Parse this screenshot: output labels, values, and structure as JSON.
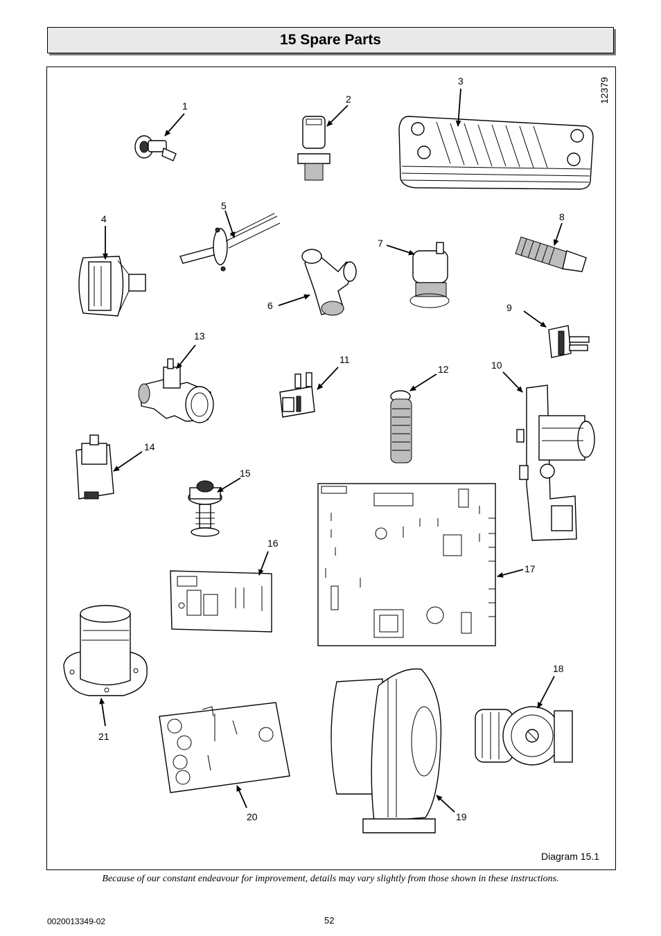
{
  "header": {
    "section_title": "15  Spare Parts"
  },
  "diagram": {
    "reference_code": "12379",
    "caption": "Diagram 15.1",
    "callouts": [
      "1",
      "2",
      "3",
      "4",
      "5",
      "6",
      "7",
      "8",
      "9",
      "10",
      "11",
      "12",
      "13",
      "14",
      "15",
      "16",
      "17",
      "18",
      "19",
      "20",
      "21"
    ]
  },
  "footer": {
    "disclaimer": "Because of our constant endeavour for improvement, details may vary slightly from those shown in these instructions.",
    "document_number": "0020013349-02",
    "page_number": "52"
  }
}
